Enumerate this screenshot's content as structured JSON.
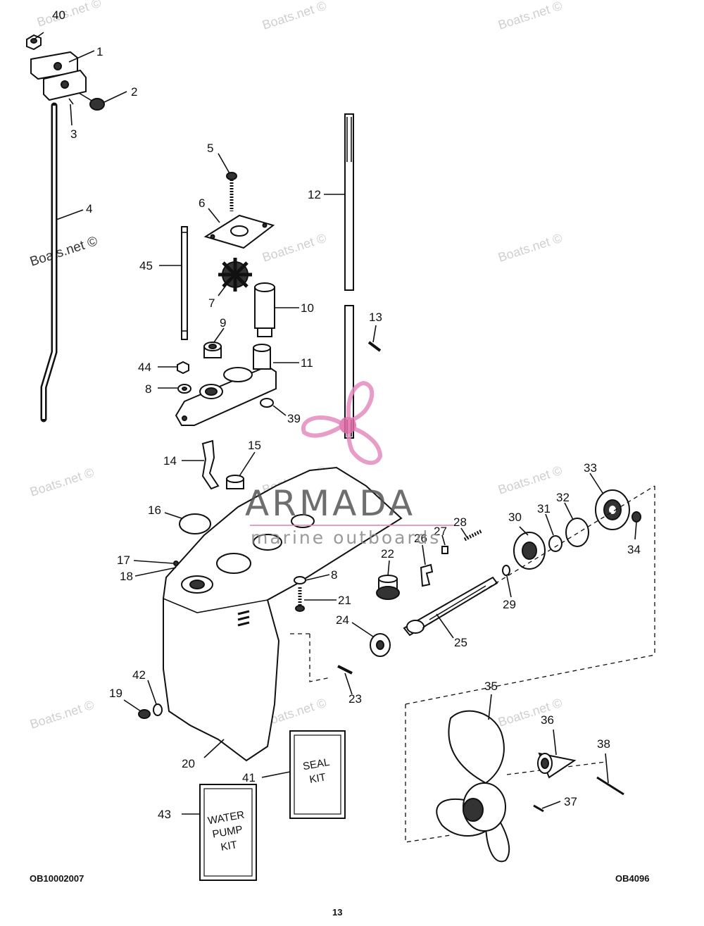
{
  "watermarks": {
    "text": "Boats.net ©"
  },
  "brand": {
    "name": "ARMADA",
    "tagline": "marine outboards",
    "logo_color": "#e58bbf"
  },
  "parts": {
    "p1": "1",
    "p2": "2",
    "p3": "3",
    "p4": "4",
    "p5": "5",
    "p6": "6",
    "p7": "7",
    "p8a": "8",
    "p8b": "8",
    "p9": "9",
    "p10": "10",
    "p11": "11",
    "p12": "12",
    "p13": "13",
    "p14": "14",
    "p15": "15",
    "p16": "16",
    "p17": "17",
    "p18": "18",
    "p19": "19",
    "p20": "20",
    "p21": "21",
    "p22": "22",
    "p23": "23",
    "p24": "24",
    "p25": "25",
    "p26": "26",
    "p27": "27",
    "p28": "28",
    "p29": "29",
    "p30": "30",
    "p31": "31",
    "p32": "32",
    "p33": "33",
    "p34": "34",
    "p35": "35",
    "p36": "36",
    "p37": "37",
    "p38": "38",
    "p39": "39",
    "p40": "40",
    "p41": "41",
    "p42": "42",
    "p43": "43",
    "p44": "44",
    "p45": "45"
  },
  "kits": {
    "seal": [
      "SEAL",
      "KIT"
    ],
    "water_pump": [
      "WATER",
      "PUMP",
      "KIT"
    ]
  },
  "footer": {
    "left_code": "OB10002007",
    "right_code": "OB4096",
    "page_number": "13"
  }
}
